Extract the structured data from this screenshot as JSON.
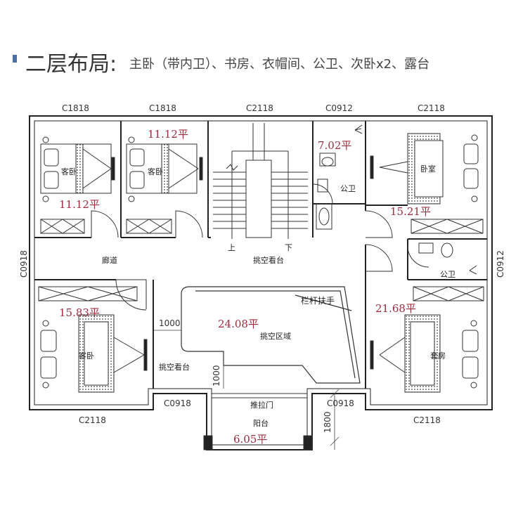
{
  "header": {
    "title": "二层布局:",
    "subtitle": "主卧（带内卫）、书房、衣帽间、公卫、次卧x2、露台"
  },
  "window_codes": {
    "top_1": "C1818",
    "top_2": "C1818",
    "top_3": "C2118",
    "top_4": "C0912",
    "top_5": "C2118",
    "left": "C0918",
    "right": "C0912",
    "bottom_1": "C2118",
    "bottom_2": "C0918",
    "bottom_3": "C0918",
    "bottom_4": "C2118"
  },
  "room_labels": {
    "guest_bed_1": "客卧",
    "guest_bed_2": "客卧",
    "bedroom": "卧室",
    "public_wc_1": "公卫",
    "public_wc_2": "公卫",
    "corridor": "廊道",
    "void_view_1": "挑空看台",
    "railing": "栏杆扶手",
    "void_area": "挑空区域",
    "guest_bed_3": "客卧",
    "void_view_2": "挑空看台",
    "suite": "套房",
    "sliding_door": "推拉门",
    "balcony": "阳台",
    "stair_up": "上",
    "stair_down": "下"
  },
  "areas": {
    "guest_bed_1": "11.12平",
    "guest_bed_2": "11.12平",
    "public_wc_1": "7.02平",
    "bedroom": "15.21平",
    "guest_bed_3": "15.83平",
    "void_area": "24.08平",
    "suite": "21.68平",
    "balcony": "6.05平"
  },
  "dimensions": {
    "void_view_width": "1000",
    "void_view_depth": "1000",
    "balcony_depth": "1800"
  },
  "colors": {
    "wall": "#222222",
    "area_text": "#9b2c3e",
    "header_marker": "#4a6fa5"
  }
}
